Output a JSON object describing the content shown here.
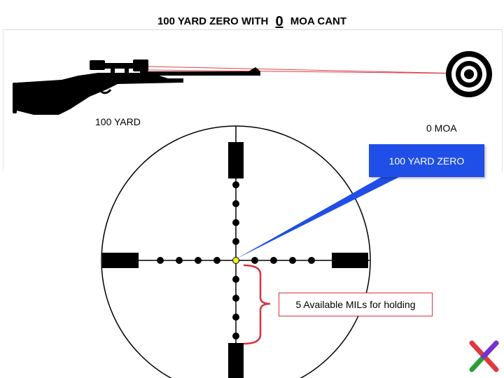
{
  "title": {
    "prefix": "100 YARD ZERO WITH",
    "value": "0",
    "suffix": "MOA CANT"
  },
  "labels": {
    "distance": "100 YARD",
    "moa": "0 MOA",
    "callout": "100 YARD ZERO",
    "bracket_note": "5 Available MILs for holding"
  },
  "colors": {
    "laser_line": "#e0424a",
    "callout_fill": "#1f4fe6",
    "center_dot": "#f2ee2a",
    "bracket": "#d9333f"
  },
  "icons": [
    "rifle-icon",
    "target-icon",
    "logo-x-icon"
  ]
}
